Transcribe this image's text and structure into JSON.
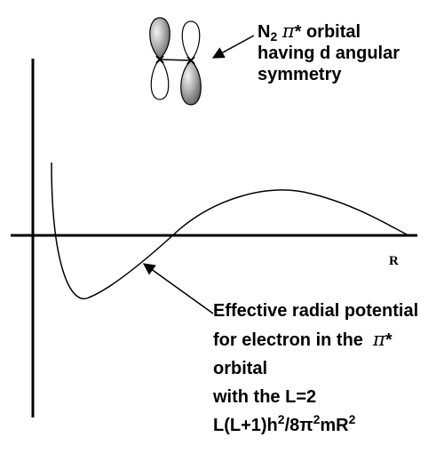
{
  "orbital_label": {
    "n_symbol": "N",
    "n_subscript": "2",
    "pi": "π",
    "star_orbital": "* orbital",
    "line2": "having d angular",
    "line3": "symmetry"
  },
  "axis": {
    "x_label": "R"
  },
  "potential_label": {
    "line1": "Effective radial potential",
    "line2_text": "for electron in the",
    "pi": "π",
    "star": "*",
    "line3": "orbital",
    "line4": "with the L=2",
    "formula": {
      "part1": "L(L+1)h",
      "sup1": "2",
      "part2": "/8π",
      "sup2": "2",
      "part3": "mR",
      "sup3": "2"
    }
  },
  "colors": {
    "lobe_shaded": "#9a9a9a",
    "lobe_highlight": "#f4f4f4",
    "line": "#000000"
  }
}
